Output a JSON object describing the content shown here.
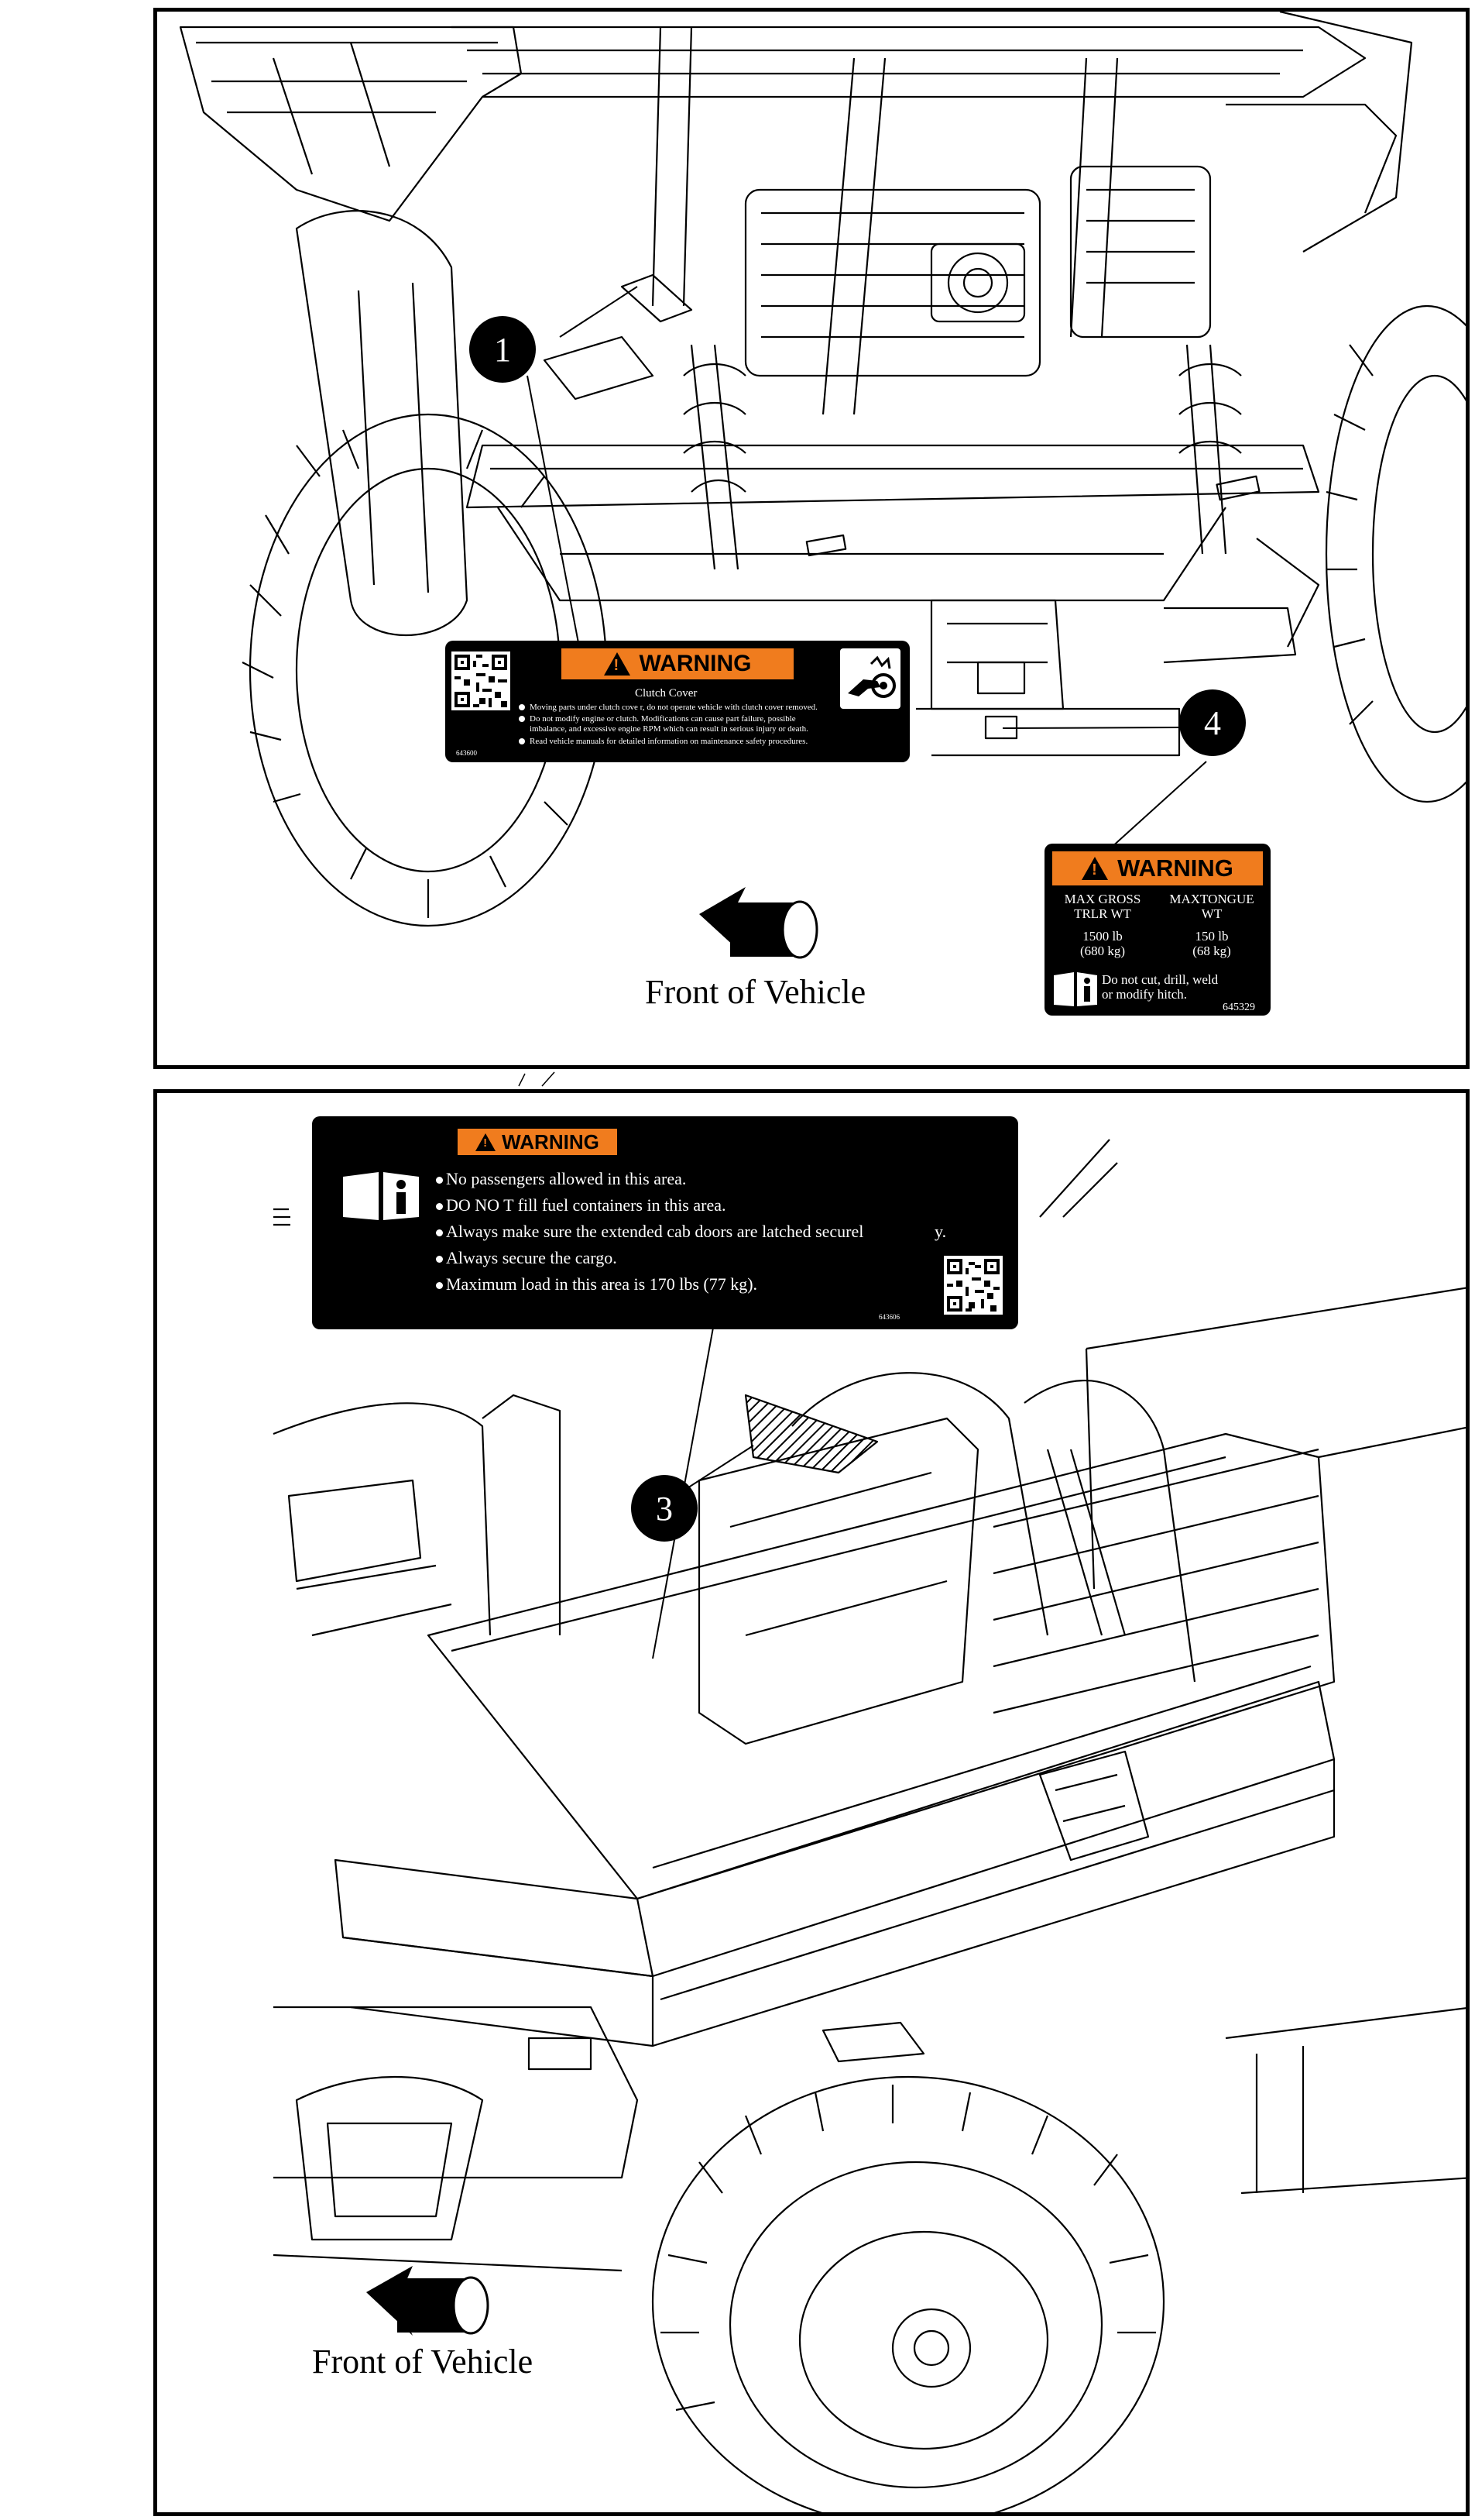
{
  "top_panel": {
    "callout_1": "1",
    "callout_4": "4",
    "front_label": "Front of Vehicle",
    "clutch_label": {
      "header": "WARNING",
      "title": "Clutch Cover",
      "lines": [
        "Moving parts under clutch cove    r, do not operate vehicle with clutch cover removed.",
        "Do not modify engine or clutch. Modifications can cause part failure, possible",
        "imbalance, and excessive engine RPM which can result in serious injury or death.",
        "Read vehicle manuals for detailed information on maintenance safety procedures."
      ],
      "part_number": "643600"
    },
    "hitch_label": {
      "header": "WARNING",
      "col1_head": "MAX GROSS\nTRLR WT",
      "col2_head": "MAXTONGUE\nWT",
      "col1_value": "1500 lb\n(680 kg)",
      "col2_value": "150 lb\n(68 kg)",
      "note": "Do not cut, drill, weld\nor modify hitch.",
      "part_number": "645329"
    }
  },
  "bottom_panel": {
    "callout_3": "3",
    "front_label": "Front of Vehicle",
    "cargo_label": {
      "header": "WARNING",
      "lines": [
        "No passengers allowed in this area.",
        "DO NO T fill fuel containers in this area.",
        "Always make sure the extended cab doors are latched securel",
        "Always secure the cargo.",
        "Maximum load in this area is 170 lbs (77 kg)."
      ],
      "line3_tail": "y.",
      "part_number": "643606"
    }
  },
  "colors": {
    "warning_orange": "#f07c1e",
    "label_black": "#000000",
    "line": "#000000"
  },
  "icons": [
    "manual-icon",
    "qr-code-icon",
    "clutch-hand-icon",
    "arrow-front-icon",
    "warning-triangle-icon"
  ]
}
